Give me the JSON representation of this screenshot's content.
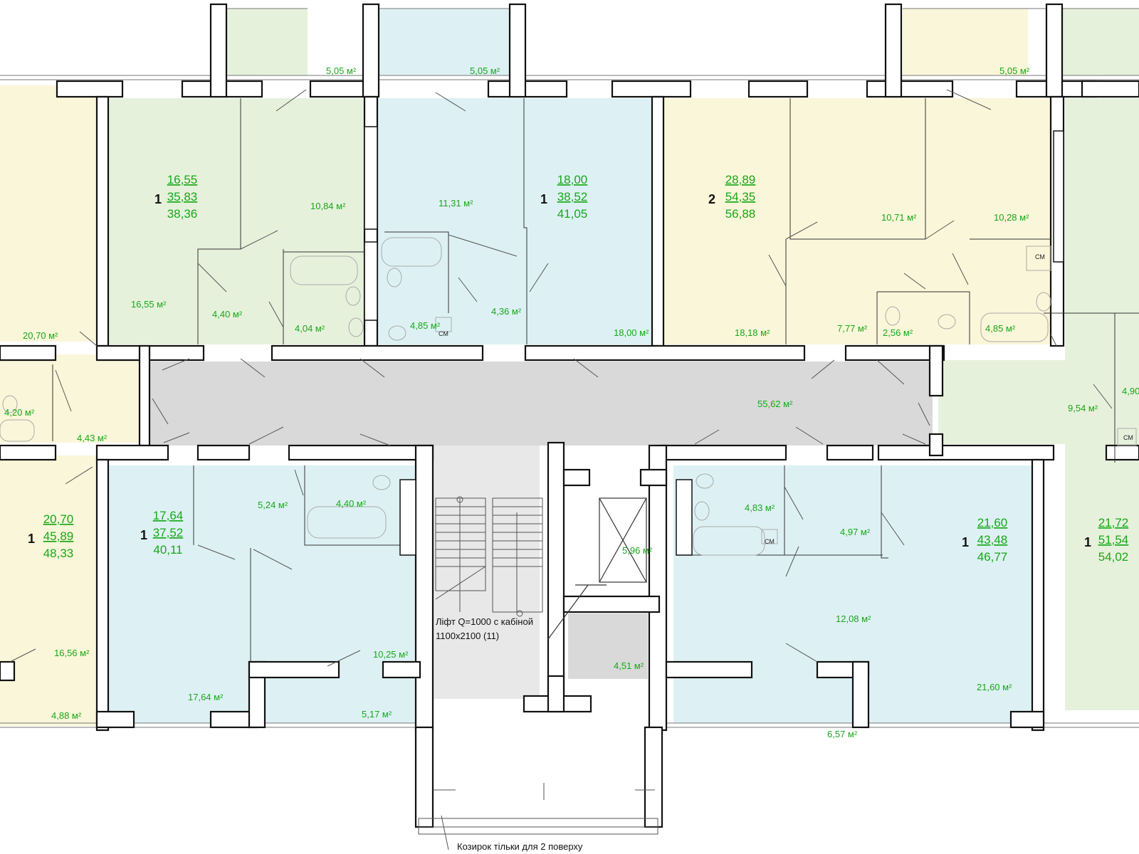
{
  "apartments": [
    {
      "id": "apt-top-left",
      "rooms": "1",
      "areas": [
        "16,55",
        "35,83",
        "38,36"
      ]
    },
    {
      "id": "apt-top-center",
      "rooms": "1",
      "areas": [
        "18,00",
        "38,52",
        "41,05"
      ]
    },
    {
      "id": "apt-top-right",
      "rooms": "2",
      "areas": [
        "28,89",
        "54,35",
        "56,88"
      ]
    },
    {
      "id": "apt-left",
      "rooms": "1",
      "areas": [
        "20,70",
        "45,89",
        "48,33"
      ]
    },
    {
      "id": "apt-bottom-left",
      "rooms": "1",
      "areas": [
        "17,64",
        "37,52",
        "40,11"
      ]
    },
    {
      "id": "apt-bottom-right",
      "rooms": "1",
      "areas": [
        "21,60",
        "43,48",
        "46,77"
      ]
    },
    {
      "id": "apt-far-right",
      "rooms": "1",
      "areas": [
        "21,72",
        "51,54",
        "54,02"
      ]
    }
  ],
  "room_areas": {
    "balcony_1": "5,05 м²",
    "balcony_2": "5,05 м²",
    "balcony_3": "5,05 м²",
    "r_10_84": "10,84 м²",
    "r_16_55": "16,55 м²",
    "r_4_40a": "4,40 м²",
    "r_4_04": "4,04 м²",
    "r_11_31": "11,31 м²",
    "r_4_85a": "4,85 м²",
    "r_4_36": "4,36 м²",
    "r_18_00": "18,00 м²",
    "r_10_71": "10,71 м²",
    "r_10_28": "10,28 м²",
    "r_18_18": "18,18 м²",
    "r_7_77": "7,77 м²",
    "r_2_56": "2,56 м²",
    "r_4_85b": "4,85 м²",
    "r_20_70": "20,70 м²",
    "r_4_20": "4,20 м²",
    "r_4_43": "4,43 м²",
    "r_16_56": "16,56 м²",
    "r_4_88": "4,88 м²",
    "r_55_62": "55,62 м²",
    "r_9_54": "9,54 м²",
    "r_4_90": "4,90",
    "r_5_24": "5,24 м²",
    "r_4_40b": "4,40 м²",
    "r_10_25": "10,25 м²",
    "r_17_64": "17,64 м²",
    "r_5_17": "5,17 м²",
    "r_5_96": "5,96 м²",
    "r_4_51": "4,51 м²",
    "r_4_83": "4,83 м²",
    "r_4_97": "4,97 м²",
    "r_12_08": "12,08 м²",
    "r_21_60": "21,60 м²",
    "r_6_57": "6,57 м²"
  },
  "labels": {
    "cm": "СМ",
    "lift_line1": "Ліфт Q=1000 с кабіной",
    "lift_line2": "1100х2100  (11)",
    "canopy": "Козирок тільки для 2 поверху"
  },
  "colors": {
    "green": "#e6f1dc",
    "blue": "#ddf1f4",
    "yellow": "#faf6d9",
    "corridor": "#d9d9d9",
    "text_green": "#17a817"
  }
}
